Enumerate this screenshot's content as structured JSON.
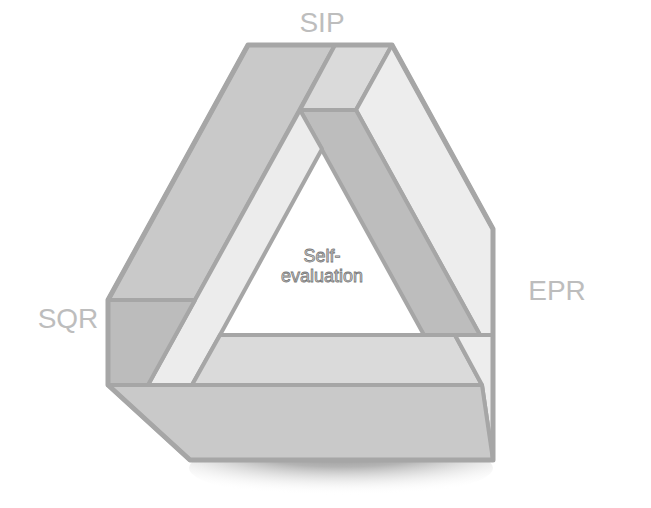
{
  "diagram": {
    "labels": [
      "SIP",
      "SQR",
      "EPR",
      "Self- evaluation"
    ]
  }
}
